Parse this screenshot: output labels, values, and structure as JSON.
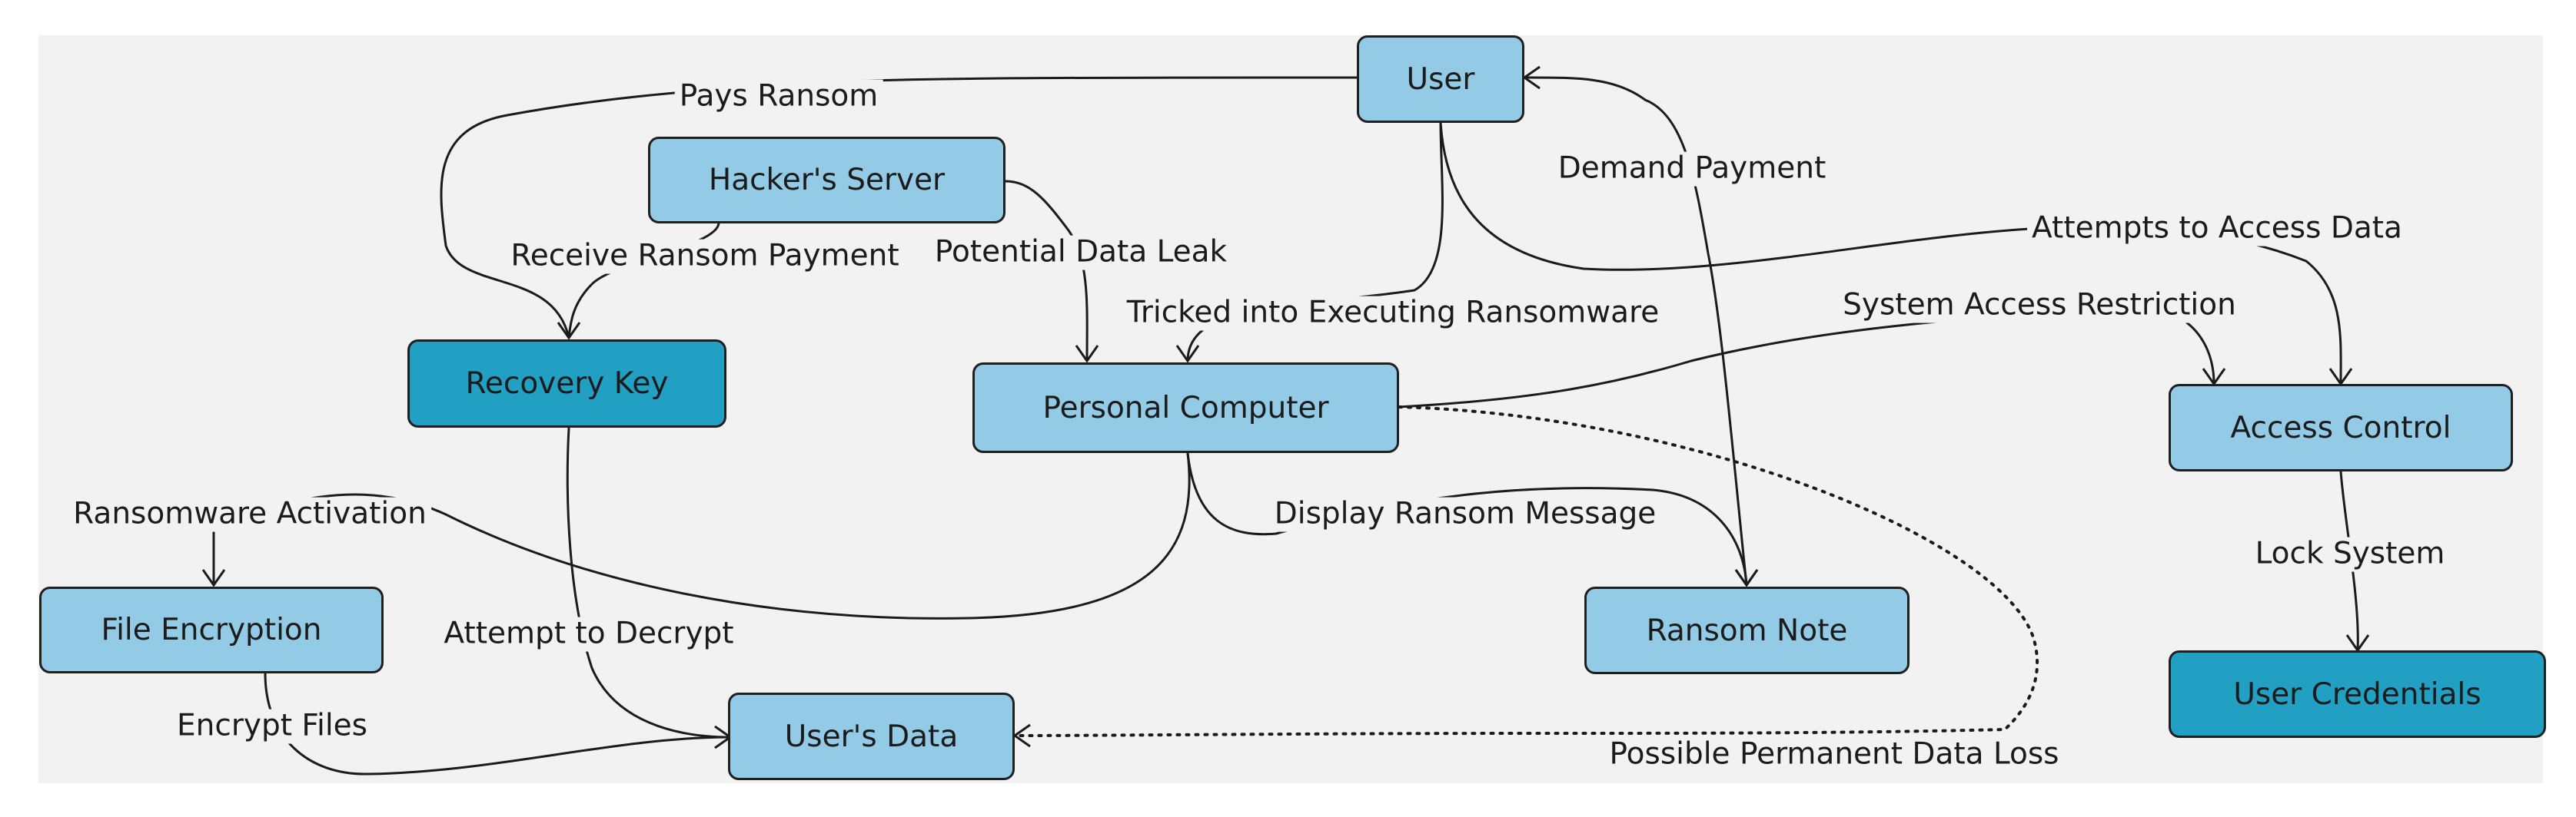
{
  "nodes": {
    "user": "User",
    "hackers_server": "Hacker's Server",
    "recovery_key": "Recovery Key",
    "personal_computer": "Personal Computer",
    "access_control": "Access Control",
    "file_encryption": "File Encryption",
    "ransom_note": "Ransom Note",
    "user_credentials": "User Credentials",
    "users_data": "User's Data"
  },
  "edges": {
    "pays_ransom": "Pays Ransom",
    "demand_payment": "Demand Payment",
    "receive_ransom_payment": "Receive Ransom Payment",
    "potential_data_leak": "Potential Data Leak",
    "attempts_to_access_data": "Attempts to Access Data",
    "tricked_into_executing": "Tricked into Executing Ransomware",
    "system_access_restriction": "System Access Restriction",
    "ransomware_activation": "Ransomware Activation",
    "display_ransom_message": "Display Ransom Message",
    "lock_system": "Lock System",
    "attempt_to_decrypt": "Attempt to Decrypt",
    "encrypt_files": "Encrypt Files",
    "possible_permanent_data_loss": "Possible Permanent Data Loss"
  }
}
